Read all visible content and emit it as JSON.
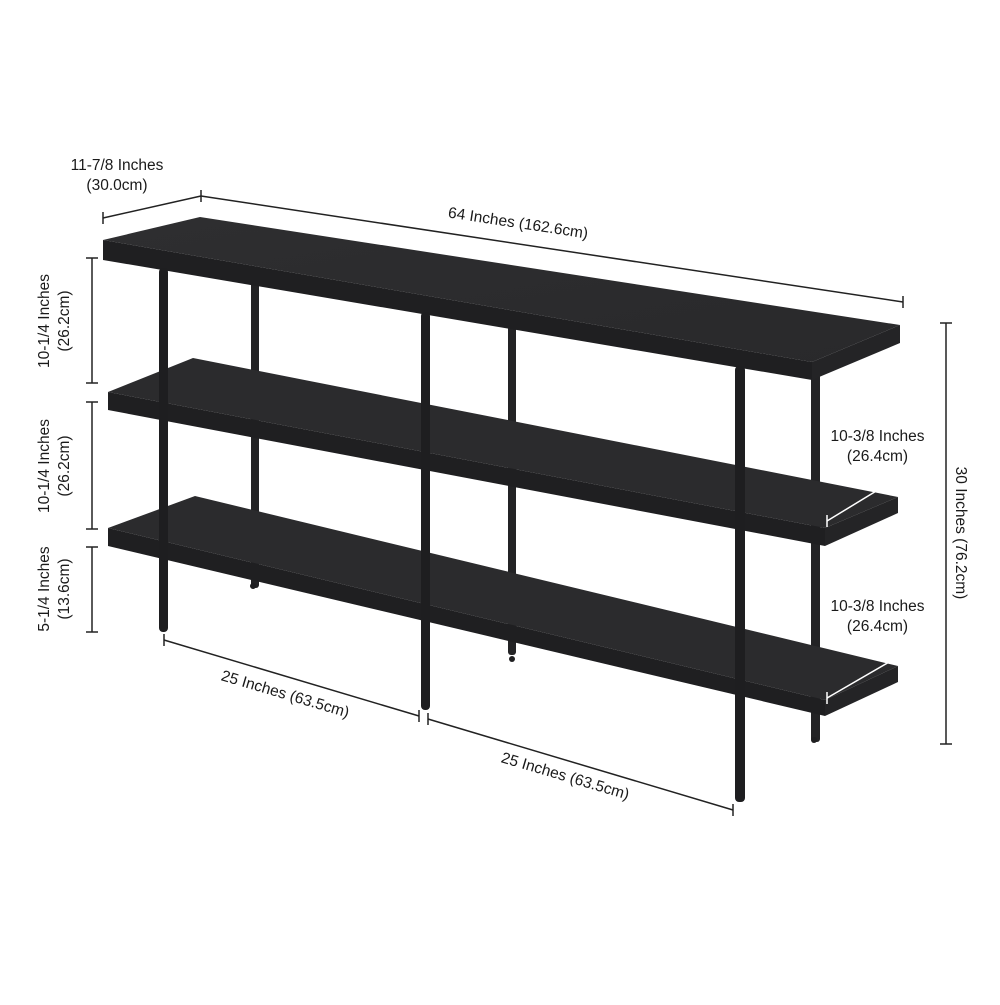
{
  "diagram": {
    "subject": "Three-tier console table / bookshelf",
    "colors": {
      "wood": "#2b2b2d",
      "wood_edge": "#1f1f21",
      "wood_highlight": "#38383a",
      "metal": "#222224",
      "dimension_line": "#222222",
      "inner_dimension_line": "#ffffff",
      "background": "#ffffff"
    },
    "dimensions": {
      "depth": {
        "line1": "11-7/8 Inches",
        "line2": "(30.0cm)"
      },
      "width": {
        "text": "64 Inches (162.6cm)"
      },
      "height_total": {
        "text": "30 Inches (76.2cm)"
      },
      "gap_top": {
        "line1": "10-1/4 Inches",
        "line2": "(26.2cm)"
      },
      "gap_middle": {
        "line1": "10-1/4 Inches",
        "line2": "(26.2cm)"
      },
      "gap_bottom": {
        "line1": "5-1/4 Inches",
        "line2": "(13.6cm)"
      },
      "shelf_depth_middle": {
        "line1": "10-3/8 Inches",
        "line2": "(26.4cm)"
      },
      "shelf_depth_bottom": {
        "line1": "10-3/8 Inches",
        "line2": "(26.4cm)"
      },
      "leg_span_left": {
        "text": "25 Inches (63.5cm)"
      },
      "leg_span_right": {
        "text": "25 Inches (63.5cm)"
      }
    }
  }
}
